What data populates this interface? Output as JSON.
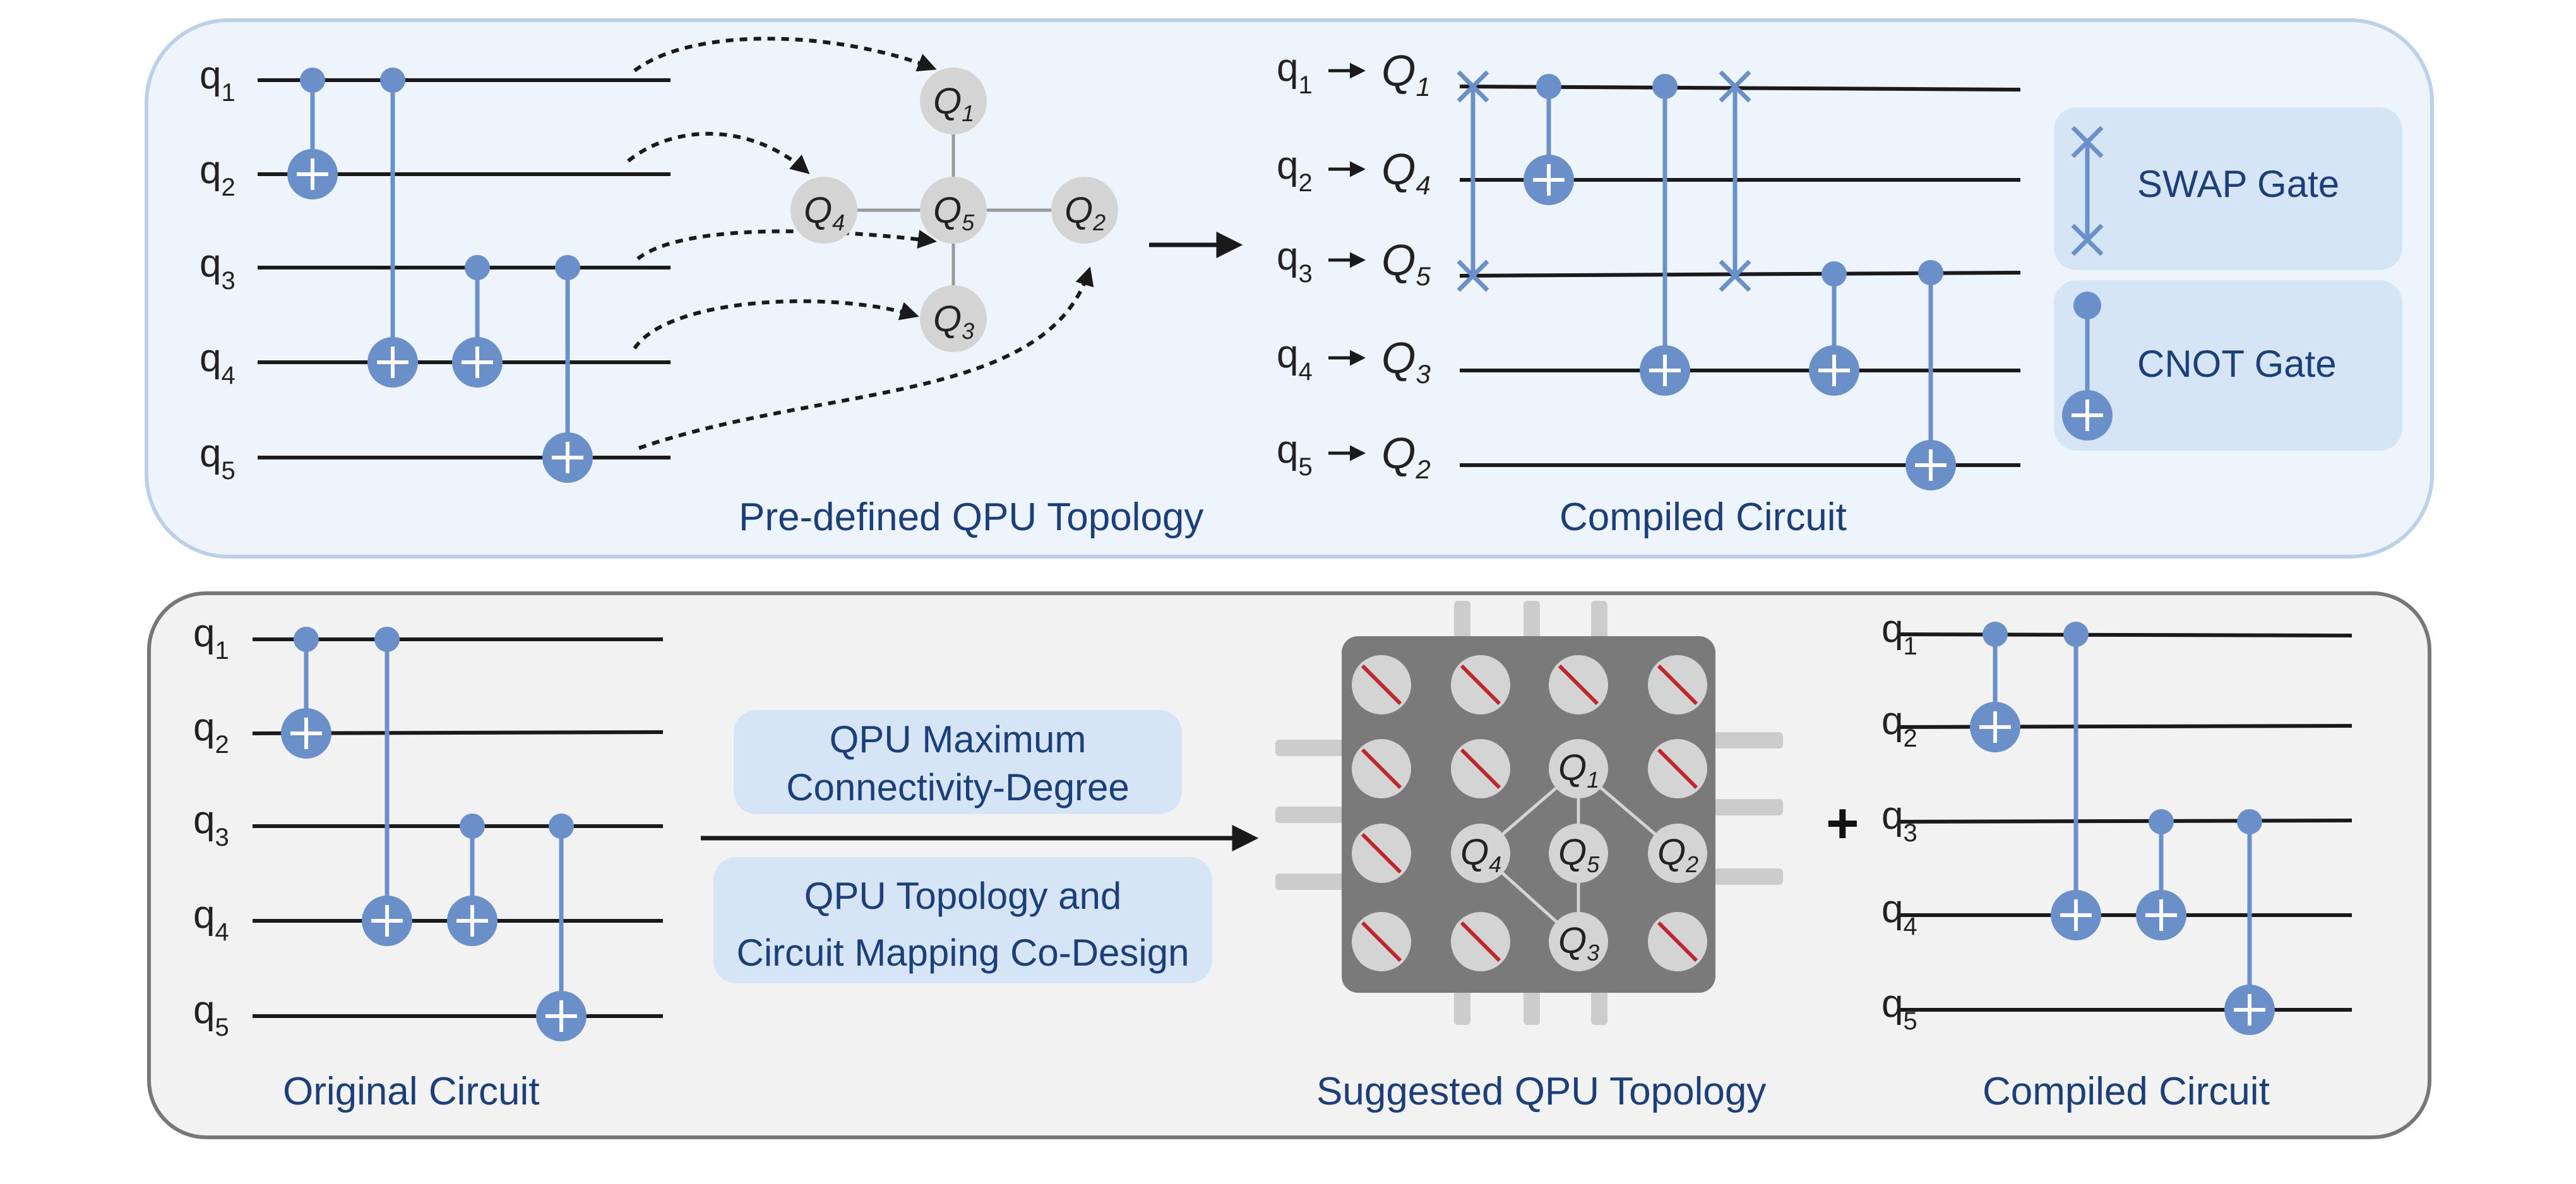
{
  "colors": {
    "gate": "#6b8fc9",
    "wire": "#1a1a1a",
    "top_panel_fill": "#eef4fb",
    "top_panel_stroke": "#bcd0ea",
    "bottom_panel_fill": "#f2f2f2",
    "bottom_panel_stroke": "#777777",
    "legend_box": "#d6e5f5",
    "chip": "#7a7a7a",
    "node": "#d4d4d4",
    "disabled_slash": "#c0262d",
    "caption_text": "#1c3f7a"
  },
  "top": {
    "qubits": [
      {
        "base": "q",
        "sub": "1"
      },
      {
        "base": "q",
        "sub": "2"
      },
      {
        "base": "q",
        "sub": "3"
      },
      {
        "base": "q",
        "sub": "4"
      },
      {
        "base": "q",
        "sub": "5"
      }
    ],
    "physical": [
      {
        "base": "Q",
        "sub": "1"
      },
      {
        "base": "Q",
        "sub": "4"
      },
      {
        "base": "Q",
        "sub": "5"
      },
      {
        "base": "Q",
        "sub": "3"
      },
      {
        "base": "Q",
        "sub": "2"
      }
    ],
    "topology_caption": "Pre-defined QPU Topology",
    "compiled_caption": "Compiled Circuit",
    "legend": {
      "swap_label": "SWAP Gate",
      "cnot_label": "CNOT Gate"
    }
  },
  "bottom": {
    "qubits": [
      {
        "base": "q",
        "sub": "1"
      },
      {
        "base": "q",
        "sub": "2"
      },
      {
        "base": "q",
        "sub": "3"
      },
      {
        "base": "q",
        "sub": "4"
      },
      {
        "base": "q",
        "sub": "5"
      }
    ],
    "chip_nodes": [
      {
        "base": "Q",
        "sub": "1"
      },
      {
        "base": "Q",
        "sub": "4"
      },
      {
        "base": "Q",
        "sub": "5"
      },
      {
        "base": "Q",
        "sub": "2"
      },
      {
        "base": "Q",
        "sub": "3"
      }
    ],
    "original_caption": "Original Circuit",
    "box1_line1": "QPU Maximum",
    "box1_line2": "Connectivity-Degree",
    "box2_line1": "QPU Topology and",
    "box2_line2": "Circuit  Mapping Co-Design",
    "suggested_caption": "Suggested QPU Topology",
    "plus_sign": "+",
    "compiled_caption": "Compiled Circuit"
  }
}
